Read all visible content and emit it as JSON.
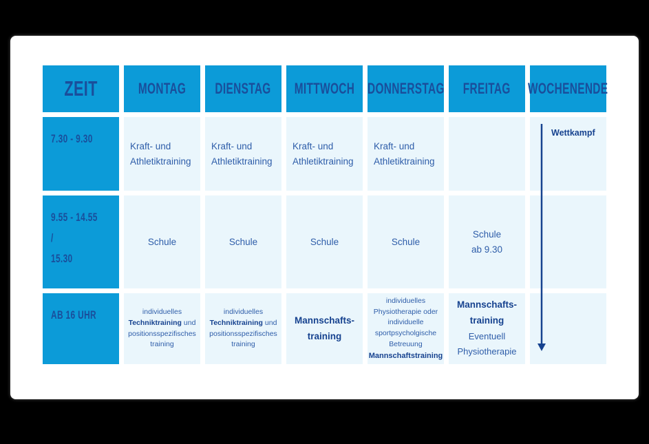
{
  "colors": {
    "background": "#000000",
    "card": "#ffffff",
    "header_bg": "#0c9bd8",
    "cell_bg": "#eaf6fc",
    "heading_text": "#1a4e9b",
    "body_text": "#2e5da9",
    "bold_text": "#16428f",
    "arrow": "#16428f"
  },
  "header": {
    "time_col": "ZEIT",
    "days": [
      "MONTAG",
      "DIENSTAG",
      "MITTWOCH",
      "DONNERSTAG",
      "FREITAG",
      "WOCHENENDE"
    ]
  },
  "rows": {
    "r1": {
      "time": "7.30 - 9.30",
      "montag": "Kraft- und\nAthletiktraining",
      "dienstag": "Kraft- und\nAthletiktraining",
      "mittwoch": "Kraft- und\nAthletiktraining",
      "donnerstag": "Kraft- und\nAthletiktraining",
      "freitag": "",
      "wochenende_note": "Wettkampf"
    },
    "r2": {
      "time": "9.55 - 14.55 /\n15.30",
      "montag": "Schule",
      "dienstag": "Schule",
      "mittwoch": "Schule",
      "donnerstag": "Schule",
      "freitag": "Schule\nab 9.30",
      "wochenende": ""
    },
    "r3": {
      "time": "AB 16 UHR",
      "montag": {
        "pre": "individuelles\n",
        "bold": "Techniktraining",
        "post": " und\npositionsspezifisches\ntraining"
      },
      "dienstag": {
        "pre": "individuelles\n",
        "bold": "Techniktraining",
        "post": " und\npositionsspezifisches\ntraining"
      },
      "mittwoch": {
        "bold": "Mannschafts-\ntraining"
      },
      "donnerstag": {
        "pre": "individuelles\nPhysiotherapie oder\nindividuelle\nsportpsycholgische\nBetreuung\n",
        "bold": "Mannschaftstraining"
      },
      "freitag": {
        "bold": "Mannschafts-\ntraining\n",
        "post": "Eventuell\nPhysiotherapie"
      },
      "wochenende": ""
    }
  }
}
